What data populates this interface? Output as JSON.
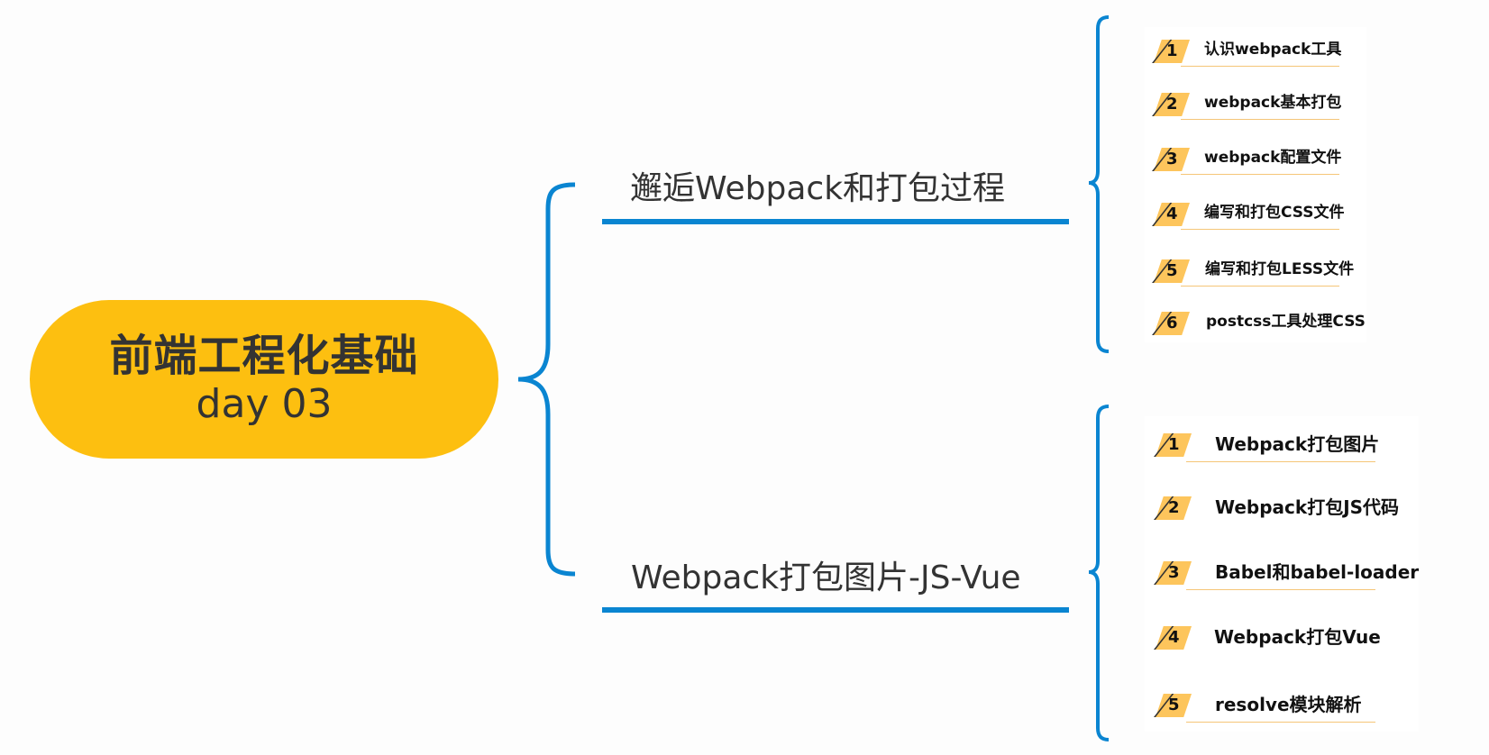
{
  "colors": {
    "root_fill": "#fdbf10",
    "connector_blue": "#0a85d1",
    "text_dark": "#333333",
    "badge_fill": "#fdc55c",
    "underline": "#f5c678"
  },
  "root": {
    "title": "前端工程化基础",
    "subtitle": "day 03"
  },
  "branches": [
    {
      "label": "邂逅Webpack和打包过程",
      "items": [
        {
          "num": "1",
          "label": "认识webpack工具"
        },
        {
          "num": "2",
          "label": "webpack基本打包"
        },
        {
          "num": "3",
          "label": "webpack配置文件"
        },
        {
          "num": "4",
          "label": "编写和打包CSS文件"
        },
        {
          "num": "5",
          "label": "编写和打包LESS文件"
        },
        {
          "num": "6",
          "label": "postcss工具处理CSS"
        }
      ]
    },
    {
      "label": "Webpack打包图片-JS-Vue",
      "items": [
        {
          "num": "1",
          "label": "Webpack打包图片"
        },
        {
          "num": "2",
          "label": "Webpack打包JS代码"
        },
        {
          "num": "3",
          "label": "Babel和babel-loader"
        },
        {
          "num": "4",
          "label": "Webpack打包Vue"
        },
        {
          "num": "5",
          "label": "resolve模块解析"
        }
      ]
    }
  ]
}
